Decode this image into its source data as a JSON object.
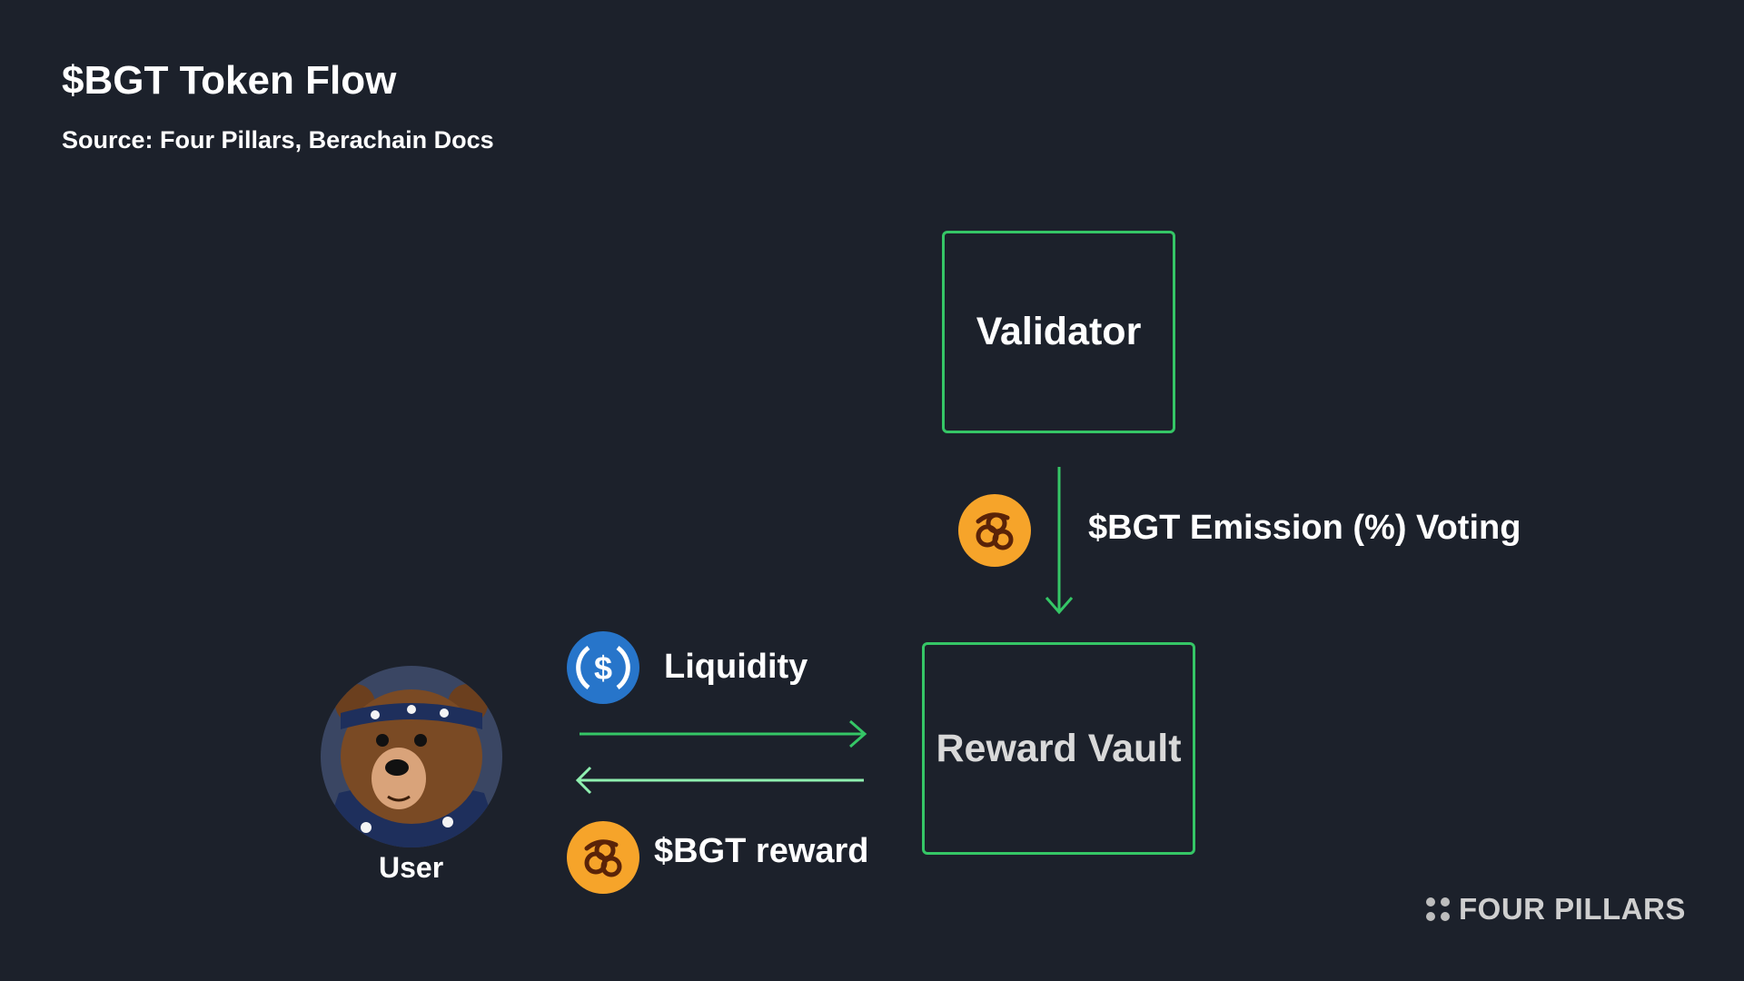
{
  "header": {
    "title": "$BGT Token Flow",
    "subtitle": "Source: Four Pillars, Berachain Docs"
  },
  "nodes": {
    "validator": "Validator",
    "reward_vault": "Reward Vault",
    "user": "User"
  },
  "edges": {
    "emission_voting": "$BGT Emission (%) Voting",
    "liquidity": "Liquidity",
    "bgt_reward": "$BGT reward"
  },
  "icons": {
    "bgt_token": "bgt-token-icon",
    "usdc_token": "usdc-token-icon",
    "user_avatar": "bear-avatar-icon"
  },
  "colors": {
    "background": "#1c212b",
    "box_border": "#35c666",
    "arrow_green": "#35c666",
    "arrow_light": "#8ff0b0",
    "bgt_coin": "#f6a42a",
    "usdc_coin": "#2775ca"
  },
  "brand": {
    "logo_text": "FOUR PILLARS"
  }
}
